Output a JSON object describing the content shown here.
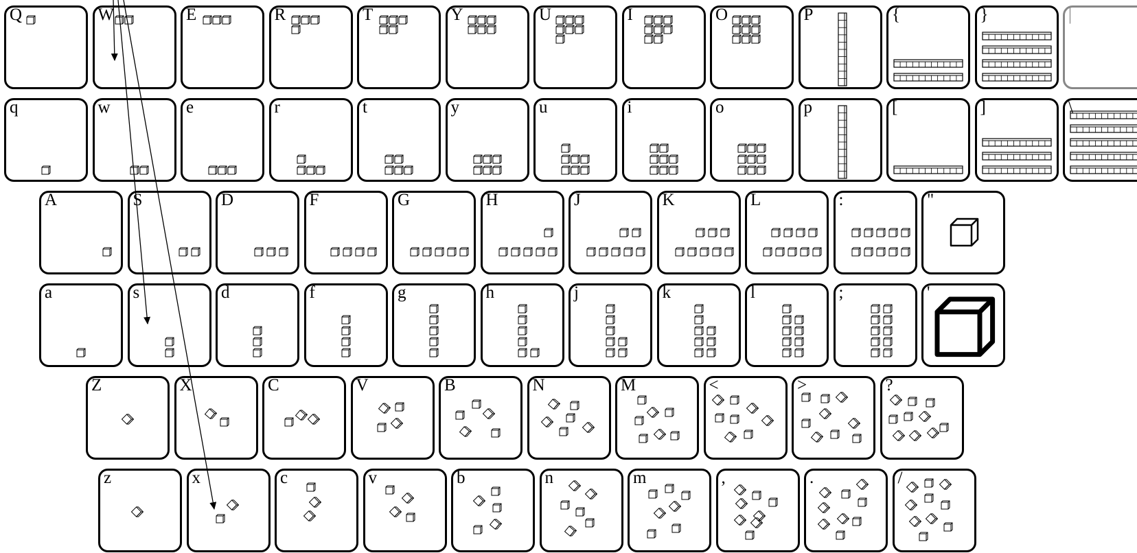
{
  "keyboard": {
    "rows": [
      {
        "keys": [
          {
            "label": "Q",
            "art": "S1"
          },
          {
            "label": "W",
            "art": "S2"
          },
          {
            "label": "E",
            "art": "S3"
          },
          {
            "label": "R",
            "art": "S4"
          },
          {
            "label": "T",
            "art": "S5"
          },
          {
            "label": "Y",
            "art": "S6"
          },
          {
            "label": "U",
            "art": "S7"
          },
          {
            "label": "I",
            "art": "S8"
          },
          {
            "label": "O",
            "art": "S9"
          },
          {
            "label": "P",
            "art": "ROD"
          },
          {
            "label": "{",
            "art": "FLAT2"
          },
          {
            "label": "}",
            "art": "FLAT4"
          },
          {
            "label": "|",
            "art": "BLANK",
            "dim": true
          }
        ]
      },
      {
        "keys": [
          {
            "label": "q",
            "art": "B1"
          },
          {
            "label": "w",
            "art": "B2"
          },
          {
            "label": "e",
            "art": "B3"
          },
          {
            "label": "r",
            "art": "B4"
          },
          {
            "label": "t",
            "art": "B5"
          },
          {
            "label": "y",
            "art": "B6"
          },
          {
            "label": "u",
            "art": "B7"
          },
          {
            "label": "i",
            "art": "B8"
          },
          {
            "label": "o",
            "art": "B9"
          },
          {
            "label": "p",
            "art": "ROD"
          },
          {
            "label": "[",
            "art": "FLAT1"
          },
          {
            "label": "]",
            "art": "FLAT3"
          },
          {
            "label": "\\",
            "art": "FLAT5"
          }
        ]
      },
      {
        "keys": [
          {
            "label": "A",
            "art": "H1"
          },
          {
            "label": "S",
            "art": "H2"
          },
          {
            "label": "D",
            "art": "H3"
          },
          {
            "label": "F",
            "art": "H4"
          },
          {
            "label": "G",
            "art": "H5"
          },
          {
            "label": "H",
            "art": "H6"
          },
          {
            "label": "J",
            "art": "H7"
          },
          {
            "label": "K",
            "art": "H8"
          },
          {
            "label": "L",
            "art": "H9"
          },
          {
            "label": ":",
            "art": "H10"
          },
          {
            "label": "\"",
            "art": "CUBE_THIN"
          }
        ]
      },
      {
        "keys": [
          {
            "label": "a",
            "art": "V1"
          },
          {
            "label": "s",
            "art": "V2"
          },
          {
            "label": "d",
            "art": "V3"
          },
          {
            "label": "f",
            "art": "V4"
          },
          {
            "label": "g",
            "art": "V5"
          },
          {
            "label": "h",
            "art": "V6"
          },
          {
            "label": "j",
            "art": "V7"
          },
          {
            "label": "k",
            "art": "V8"
          },
          {
            "label": "l",
            "art": "V9"
          },
          {
            "label": ";",
            "art": "V10"
          },
          {
            "label": "'",
            "art": "CUBE_BOLD"
          }
        ]
      },
      {
        "keys": [
          {
            "label": "Z",
            "art": "Z1"
          },
          {
            "label": "X",
            "art": "Z2"
          },
          {
            "label": "C",
            "art": "Z3"
          },
          {
            "label": "V",
            "art": "Z4"
          },
          {
            "label": "B",
            "art": "Z5"
          },
          {
            "label": "N",
            "art": "Z6"
          },
          {
            "label": "M",
            "art": "Z7"
          },
          {
            "label": "<",
            "art": "Z8"
          },
          {
            "label": ">",
            "art": "Z9"
          },
          {
            "label": "?",
            "art": "Z10"
          }
        ]
      },
      {
        "keys": [
          {
            "label": "z",
            "art": "X1"
          },
          {
            "label": "x",
            "art": "X2"
          },
          {
            "label": "c",
            "art": "X3"
          },
          {
            "label": "v",
            "art": "X4"
          },
          {
            "label": "b",
            "art": "X5"
          },
          {
            "label": "n",
            "art": "X6"
          },
          {
            "label": "m",
            "art": "X7"
          },
          {
            "label": ",",
            "art": "X8"
          },
          {
            "label": ".",
            "art": "X9"
          },
          {
            "label": "/",
            "art": "X10"
          }
        ]
      }
    ],
    "annotations": [
      "arrow-to-W",
      "arrow-to-s",
      "arrow-to-x"
    ]
  }
}
